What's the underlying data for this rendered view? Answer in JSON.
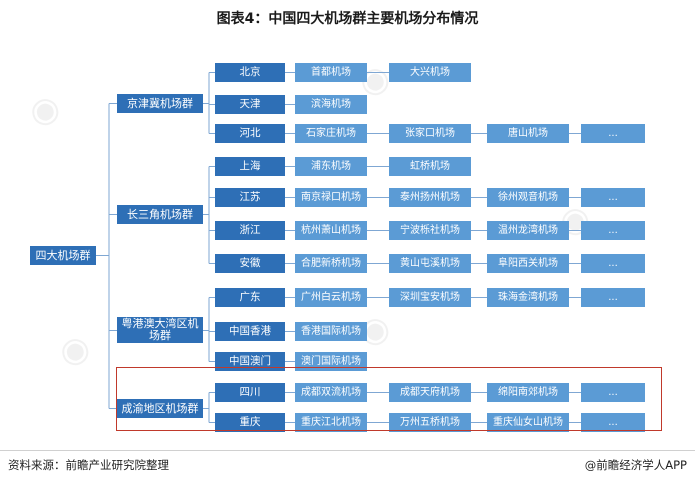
{
  "title": "图表4：中国四大机场群主要机场分布情况",
  "root": "四大机场群",
  "groups": [
    {
      "name": "京津冀机场群",
      "rows": [
        {
          "region": "北京",
          "airports": [
            "首都机场",
            "大兴机场"
          ]
        },
        {
          "region": "天津",
          "airports": [
            "滨海机场"
          ]
        },
        {
          "region": "河北",
          "airports": [
            "石家庄机场",
            "张家口机场",
            "唐山机场",
            "..."
          ]
        }
      ]
    },
    {
      "name": "长三角机场群",
      "rows": [
        {
          "region": "上海",
          "airports": [
            "浦东机场",
            "虹桥机场"
          ]
        },
        {
          "region": "江苏",
          "airports": [
            "南京禄口机场",
            "泰州扬州机场",
            "徐州观音机场",
            "..."
          ]
        },
        {
          "region": "浙江",
          "airports": [
            "杭州萧山机场",
            "宁波栎社机场",
            "温州龙湾机场",
            "..."
          ]
        },
        {
          "region": "安徽",
          "airports": [
            "合肥新桥机场",
            "黄山屯溪机场",
            "阜阳西关机场",
            "..."
          ]
        }
      ]
    },
    {
      "name": "粤港澳大湾区机场群",
      "rows": [
        {
          "region": "广东",
          "airports": [
            "广州白云机场",
            "深圳宝安机场",
            "珠海金湾机场",
            "..."
          ]
        },
        {
          "region": "中国香港",
          "airports": [
            "香港国际机场"
          ]
        },
        {
          "region": "中国澳门",
          "airports": [
            "澳门国际机场"
          ]
        }
      ]
    },
    {
      "name": "成渝地区机场群",
      "rows": [
        {
          "region": "四川",
          "airports": [
            "成都双流机场",
            "成都天府机场",
            "绵阳南郊机场",
            "..."
          ]
        },
        {
          "region": "重庆",
          "airports": [
            "重庆江北机场",
            "万州五桥机场",
            "重庆仙女山机场",
            "..."
          ]
        }
      ]
    }
  ],
  "footer": {
    "source": "资料来源：前瞻产业研究院整理",
    "brand": "@前瞻经济学人APP"
  },
  "colors": {
    "dark_box": "#2e6fb6",
    "light_box": "#5b9bd5",
    "connector": "#7fa7d3",
    "highlight_border": "#c0392b"
  }
}
